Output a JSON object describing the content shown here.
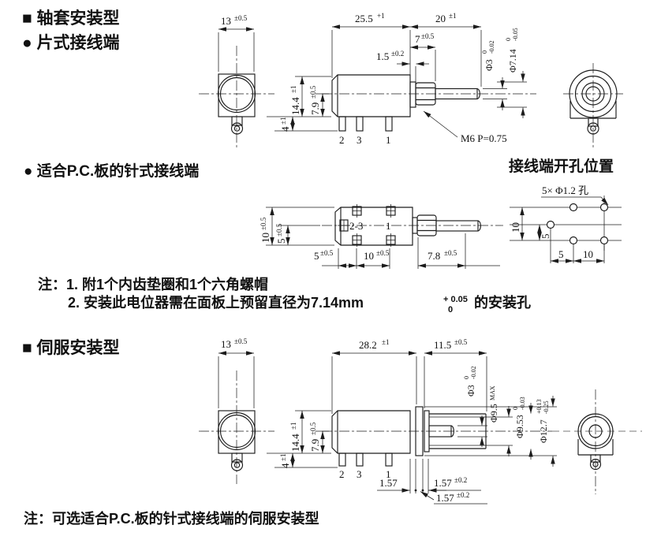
{
  "headings": {
    "bushing_type": "■ 轴套安装型",
    "chip_terminal": "● 片式接线端",
    "pc_pin_terminal": "● 适合P.C.板的针式接线端",
    "hole_position": "接线端开孔位置",
    "servo_type": "■ 伺服安装型"
  },
  "notes": {
    "note1": "注：1. 附1个内齿垫圈和1个六角螺帽",
    "note2_main": "2. 安装此电位器需在面板上预留直径为7.14mm",
    "note2_tol_upper": "+ 0.05",
    "note2_tol_lower": "0",
    "note2_suffix": "的安装孔",
    "servo_note": "注：可选适合P.C.板的针式接线端的伺服安装型"
  },
  "bushing": {
    "width": {
      "v": "13",
      "t": "±0.5"
    },
    "height": {
      "v": "14.4",
      "t": "±1"
    },
    "center_height": {
      "v": "7.9",
      "t": "±0.5"
    },
    "terminal_length": {
      "v": "4",
      "t": "±1"
    },
    "body_length": {
      "v": "25.5",
      "t": "+1"
    },
    "shaft_length": {
      "v": "20",
      "t": "±1"
    },
    "thread_length": {
      "v": "7",
      "t": "±0.5"
    },
    "step_length": {
      "v": "1.5",
      "t": "±0.2"
    },
    "shaft_dia": {
      "v": "Φ3",
      "tu": "0",
      "tl": "-0.02"
    },
    "bushing_dia": {
      "v": "Φ7.14",
      "tu": "0",
      "tl": "-0.05"
    },
    "thread_spec": "M6  P=0.75",
    "terminal_2": "2",
    "terminal_3": "3",
    "terminal_1": "1"
  },
  "pc_pin": {
    "v10": {
      "v": "10",
      "t": "±0.5"
    },
    "v5": {
      "v": "5",
      "t": "±0.5"
    },
    "b5": {
      "v": "5",
      "t": "±0.5"
    },
    "b10": {
      "v": "10",
      "t": "±0.5"
    },
    "b78": {
      "v": "7.8",
      "t": "±0.5"
    },
    "label_23": "2-3",
    "label_1": "1"
  },
  "holes": {
    "label": "5× Φ1.2 孔",
    "v10": "10",
    "v5": "5",
    "h5": "5",
    "h10": "10"
  },
  "servo": {
    "width": {
      "v": "13",
      "t": "±0.5"
    },
    "height": {
      "v": "14.4",
      "t": "±1"
    },
    "center_height": {
      "v": "7.9",
      "t": "±0.5"
    },
    "terminal_length": {
      "v": "4",
      "t": "±1"
    },
    "body_length": {
      "v": "28.2",
      "t": "±1"
    },
    "shaft_length": {
      "v": "11.5",
      "t": "±0.5"
    },
    "shaft_dia": {
      "v": "Φ3",
      "tu": "0",
      "tl": "-0.02"
    },
    "boss_max_dia": {
      "v": "Φ9.5",
      "t": "MAX"
    },
    "boss_dia": {
      "v": "Φ9.53",
      "tu": "0",
      "tl": "-0.03"
    },
    "flange_dia": {
      "v": "Φ12.7",
      "tu": "+0.13",
      "tl": "-0.25"
    },
    "flange_gap": "1.57",
    "flange_t1": {
      "v": "1.57",
      "t": "±0.2"
    },
    "flange_t2": {
      "v": "1.57",
      "t": "±0.2"
    },
    "terminal_2": "2",
    "terminal_3": "3",
    "terminal_1": "1"
  }
}
